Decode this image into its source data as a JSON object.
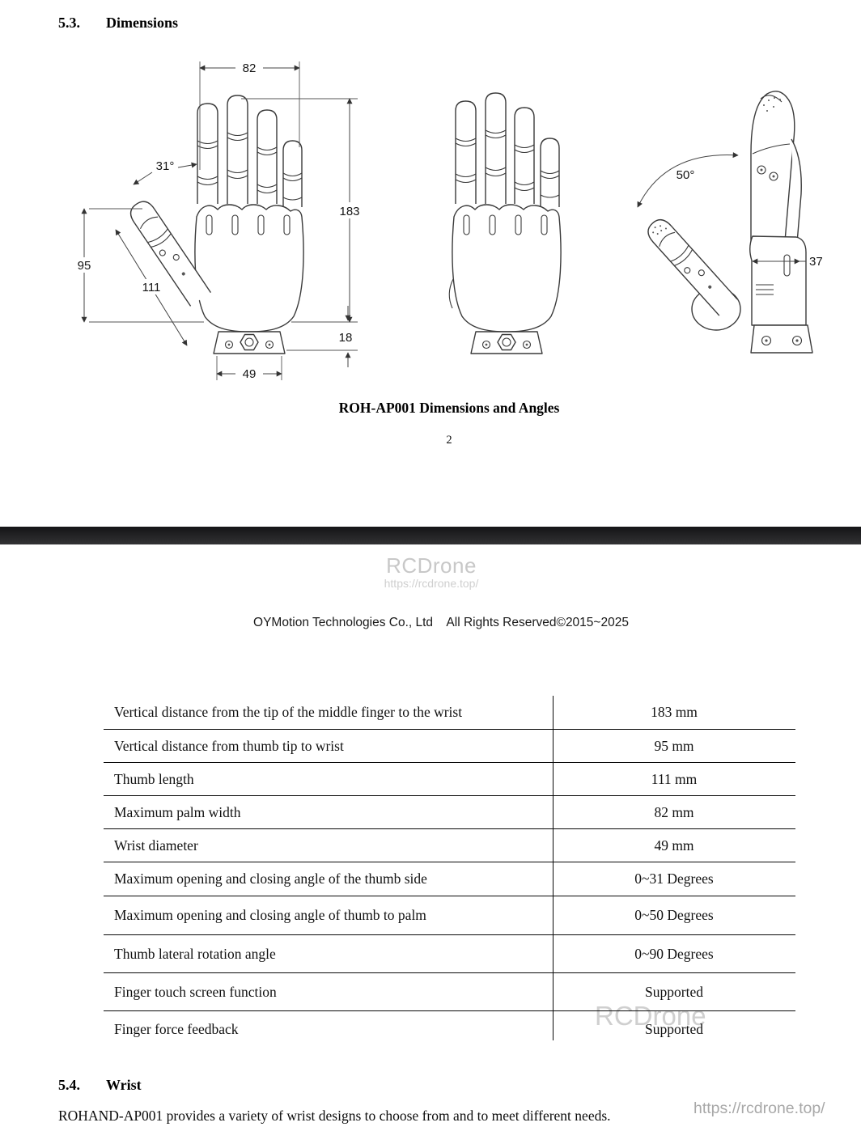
{
  "sections": {
    "dim": {
      "number": "5.3.",
      "title": "Dimensions"
    },
    "wrist": {
      "number": "5.4.",
      "title": "Wrist"
    }
  },
  "figure": {
    "caption": "ROH-AP001 Dimensions and Angles",
    "page_number": "2",
    "labels": {
      "palm_width": "82",
      "thumb_open_angle": "31°",
      "hand_height": "183",
      "thumb_tip_height": "95",
      "thumb_length": "111",
      "wrist_plate_height": "18",
      "wrist_width": "49",
      "thumb_palm_angle": "50°",
      "side_thickness": "37"
    }
  },
  "watermarks": {
    "brand": "RCDrone",
    "url": "https://rcdrone.top/"
  },
  "footer": {
    "copyright": "OYMotion Technologies Co., Ltd    All Rights Reserved©2015~2025"
  },
  "spec_table": {
    "rows": [
      {
        "label": "Vertical distance from the tip of the middle finger to the wrist",
        "value": "183 mm"
      },
      {
        "label": "Vertical distance from thumb tip to wrist",
        "value": "95 mm"
      },
      {
        "label": "Thumb length",
        "value": "111 mm"
      },
      {
        "label": "Maximum palm width",
        "value": "82 mm"
      },
      {
        "label": "Wrist diameter",
        "value": "49 mm"
      },
      {
        "label": "Maximum opening and closing angle of the thumb side",
        "value": "0~31 Degrees"
      },
      {
        "label": "Maximum opening and closing angle of thumb to palm",
        "value": "0~50 Degrees"
      },
      {
        "label": "Thumb lateral rotation angle",
        "value": "0~90 Degrees"
      },
      {
        "label": "Finger touch screen function",
        "value": "Supported"
      },
      {
        "label": "Finger force feedback",
        "value": "Supported"
      }
    ]
  },
  "body": {
    "wrist_paragraph": "ROHAND-AP001 provides a variety of wrist designs to choose from and to meet different needs."
  }
}
